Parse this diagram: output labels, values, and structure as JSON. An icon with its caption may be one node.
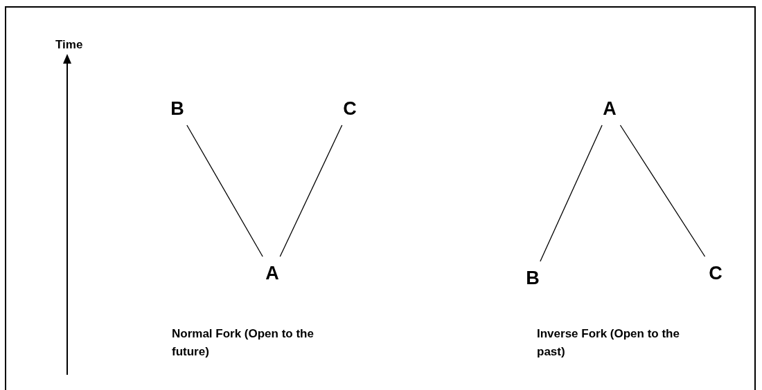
{
  "diagram": {
    "nodes": [
      {
        "text": [
          "B"
        ]
      },
      {
        "text": [
          "C"
        ]
      },
      {
        "text": [
          "A"
        ]
      },
      {
        "text": [
          "A"
        ]
      },
      {
        "text": [
          "B"
        ]
      },
      {
        "text": [
          "C"
        ]
      }
    ],
    "edges": [
      {
        "from": 0,
        "to": 2,
        "arrow": "none"
      },
      {
        "from": 1,
        "to": 2,
        "arrow": "none"
      },
      {
        "from": 3,
        "to": 4,
        "arrow": "none"
      },
      {
        "from": 3,
        "to": 5,
        "arrow": "none"
      }
    ],
    "labels": [
      "Time",
      "Normal Fork (Open to the future)",
      "Inverse Fork (Open to the past)"
    ]
  }
}
